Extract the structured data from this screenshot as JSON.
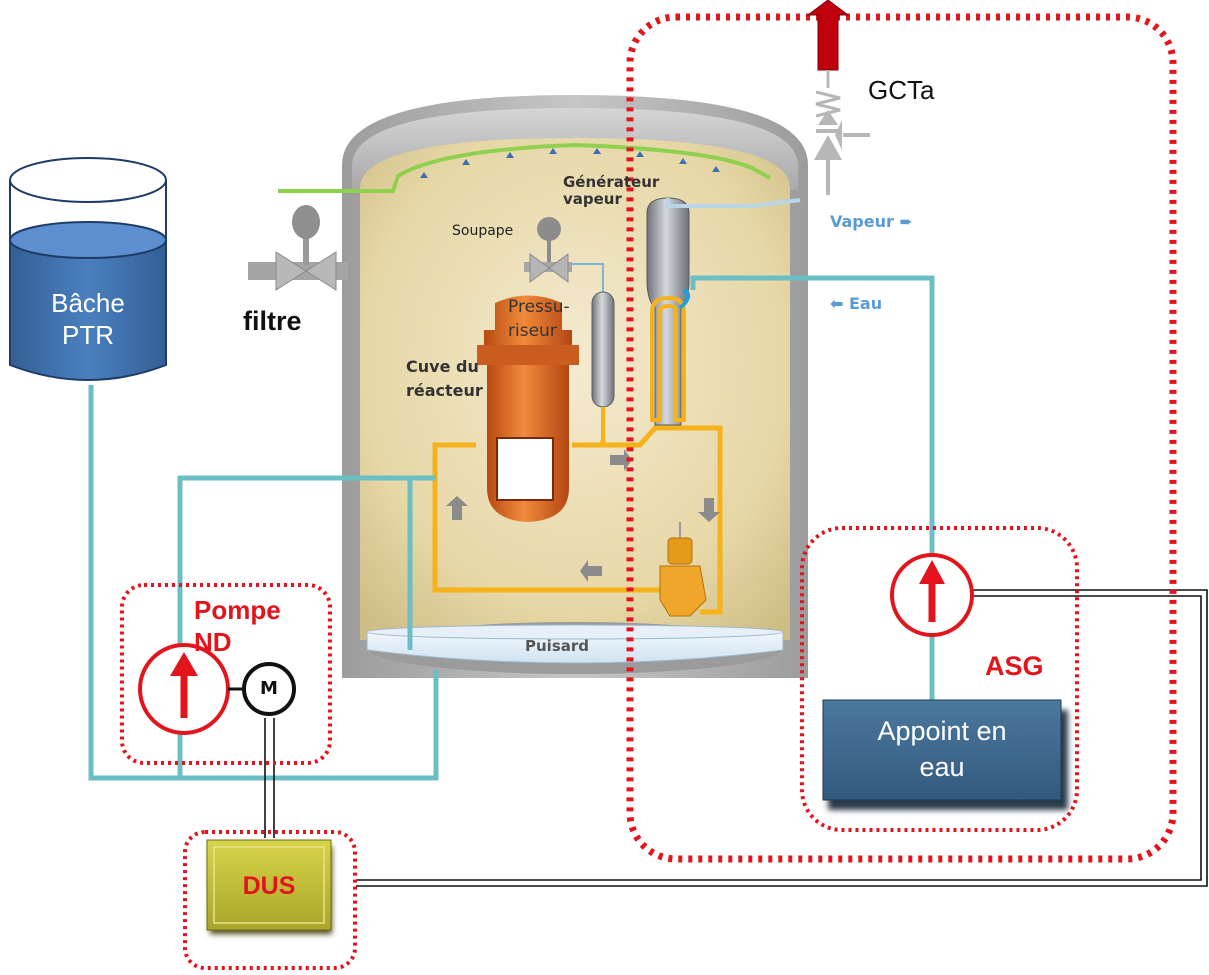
{
  "colors": {
    "pipe": "#6bbfc4",
    "primary_loop": "#f5b21b",
    "spray_line": "#8fd14f",
    "safety_dotted": "#e3141b",
    "tank_blue": "#3f73b1",
    "appoint_box": "#3d6890",
    "dus_box": "#c6c236",
    "steam_text": "#5a9bd5",
    "containment_fill": "#e9dcae"
  },
  "labels": {
    "tank": "Bâche\nPTR",
    "filtre": "filtre",
    "soupape": "Soupape",
    "generateur": "Générateur\nvapeur",
    "pressuriseur": "Pressu-\nriseur",
    "cuve": "Cuve du\nréacteur",
    "puisard": "Puisard",
    "gcta": "GCTa",
    "vapeur": "Vapeur ➨",
    "eau": "⬅ Eau",
    "pompe_nd": "Pompe\nND",
    "motor": "M",
    "asg": "ASG",
    "appoint": "Appoint en\neau",
    "dus": "DUS"
  }
}
